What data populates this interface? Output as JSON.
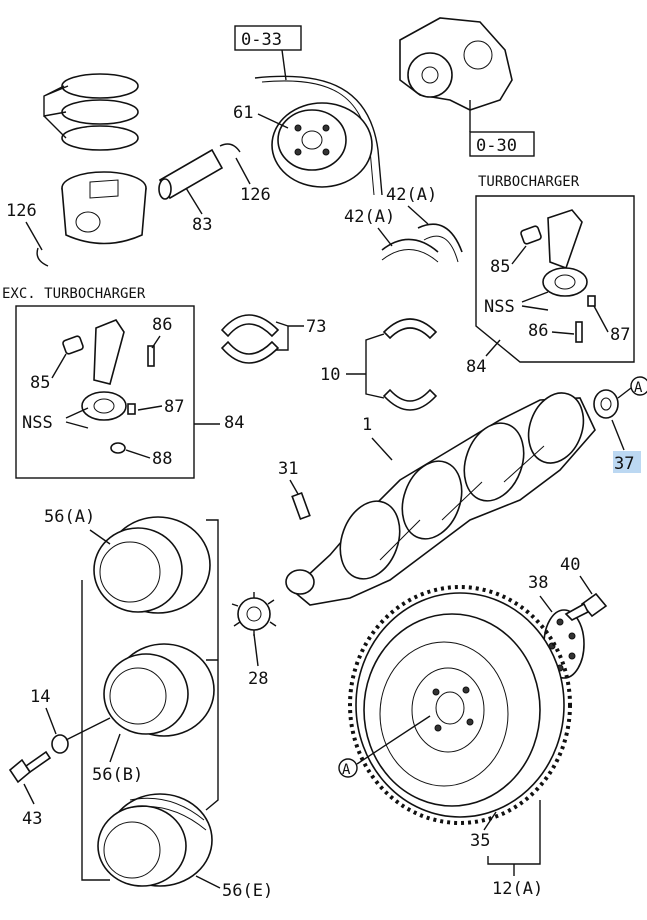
{
  "refs": {
    "ref_0_33": "0-33",
    "ref_0_30": "0-30"
  },
  "sections": {
    "turbocharger": "TURBOCHARGER",
    "exc_turbocharger": "EXC. TURBOCHARGER"
  },
  "callouts": {
    "c61": "61",
    "c126a": "126",
    "c126b": "126",
    "c83": "83",
    "c42a_1": "42(A)",
    "c42a_2": "42(A)",
    "c85_turbo": "85",
    "c86_turbo": "86",
    "c87_turbo": "87",
    "c84_turbo": "84",
    "nss_turbo": "NSS",
    "c86": "86",
    "c85": "85",
    "c87": "87",
    "c84": "84",
    "c88": "88",
    "nss": "NSS",
    "c73": "73",
    "c10": "10",
    "c1": "1",
    "c37": "37",
    "a_top": "A",
    "a_bottom": "A",
    "c31": "31",
    "c56a": "56(A)",
    "c56b": "56(B)",
    "c56e": "56(E)",
    "c28": "28",
    "c14": "14",
    "c43": "43",
    "c38": "38",
    "c40": "40",
    "c35": "35",
    "c12a": "12(A)"
  },
  "highlight_color": "#bcd8f2"
}
